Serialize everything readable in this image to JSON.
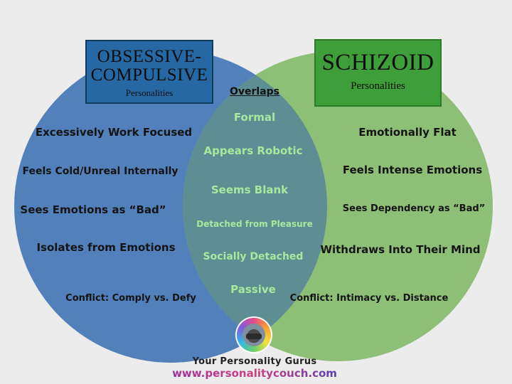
{
  "colors": {
    "background": "#ececec",
    "left_circle": "#5280bb",
    "right_circle": "#8dbf76",
    "overlap": "#5d8e93",
    "left_title_box": "#2568a3",
    "right_title_box": "#3e9e3a",
    "overlap_text": "#a7e89c"
  },
  "left": {
    "title": "OBSESSIVE-COMPULSIVE",
    "subtitle": "Personalities",
    "items": [
      "Excessively Work Focused",
      "Feels Cold/Unreal Internally",
      "Sees Emotions as “Bad”",
      "Isolates from Emotions",
      "Conflict: Comply vs. Defy"
    ]
  },
  "right": {
    "title": "SCHIZOID",
    "subtitle": "Personalities",
    "items": [
      "Emotionally Flat",
      "Feels Intense Emotions",
      "Sees Dependency as “Bad”",
      "Withdraws Into Their Mind",
      "Conflict: Intimacy vs. Distance"
    ]
  },
  "overlap": {
    "heading": "Overlaps",
    "items": [
      "Formal",
      "Appears Robotic",
      "Seems Blank",
      "Detached from Pleasure",
      "Socially Detached",
      "Passive"
    ]
  },
  "footer": {
    "logo_icon": "personality-couch-logo",
    "title": "Your Personality Gurus",
    "url": "www.personalitycouch.com"
  }
}
